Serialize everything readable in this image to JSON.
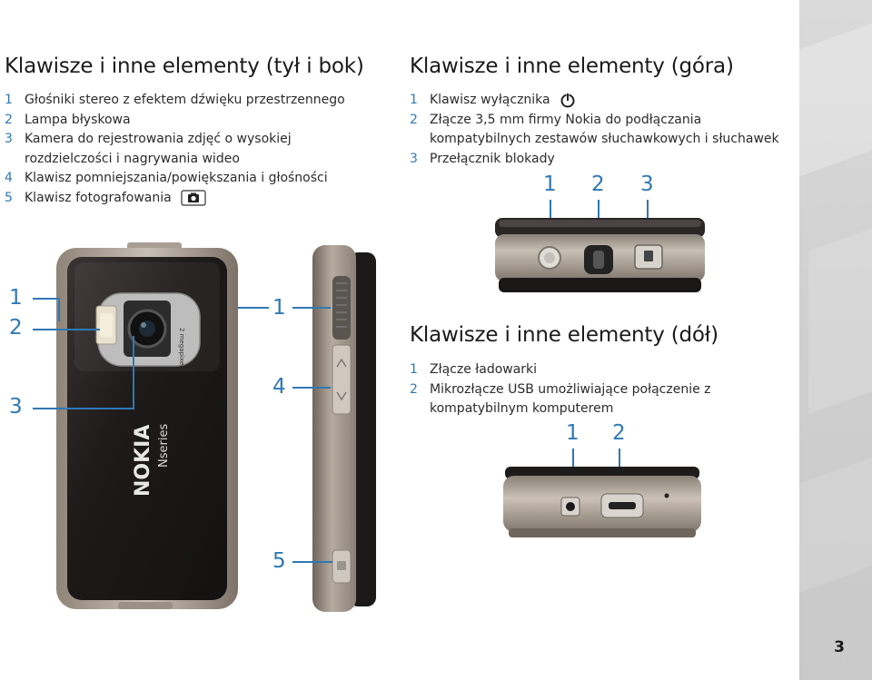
{
  "page_number": "3",
  "back_side": {
    "heading": "Klawisze i inne elementy (tył i bok)",
    "items": [
      {
        "num": "1",
        "text": "Głośniki stereo z efektem dźwięku przestrzennego"
      },
      {
        "num": "2",
        "text": "Lampa błyskowa"
      },
      {
        "num": "3",
        "text": "Kamera do rejestrowania zdjęć o wysokiej rozdzielczości i nagrywania wideo"
      },
      {
        "num": "4",
        "text": "Klawisz pomniejszania/powiększania i głośności"
      },
      {
        "num": "5",
        "text": "Klawisz fotografowania"
      }
    ],
    "callouts": [
      "1",
      "2",
      "3",
      "1",
      "4",
      "5"
    ],
    "phone_brand": "NOKIA",
    "phone_series": "Nseries",
    "camera_label": "2 megapixel"
  },
  "top": {
    "heading": "Klawisze i inne elementy (góra)",
    "items": [
      {
        "num": "1",
        "text": "Klawisz wyłącznika"
      },
      {
        "num": "2",
        "text": "Złącze 3,5 mm firmy Nokia do podłączania kompatybilnych zestawów słuchawkowych i słuchawek"
      },
      {
        "num": "3",
        "text": "Przełącznik blokady"
      }
    ],
    "callouts": [
      "1",
      "2",
      "3"
    ]
  },
  "bottom": {
    "heading": "Klawisze i inne elementy (dół)",
    "items": [
      {
        "num": "1",
        "text": "Złącze ładowarki"
      },
      {
        "num": "2",
        "text": "Mikrozłącze USB umożliwiające połączenie z kompatybilnym komputerem"
      }
    ],
    "callouts": [
      "1",
      "2"
    ]
  },
  "colors": {
    "accent": "#2f78b5",
    "text": "#2b2b2b",
    "strip": "#d4d4d4"
  }
}
